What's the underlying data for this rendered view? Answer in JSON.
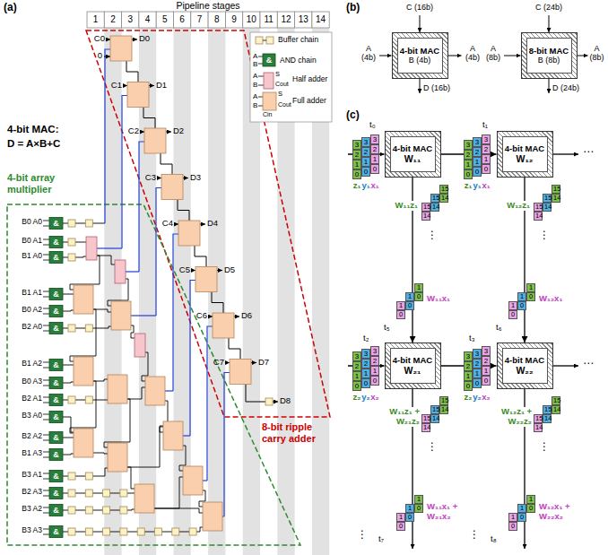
{
  "diagram": {
    "nodes": [
      {
        "text": [
          "4-bit MAC",
          "B (4b)"
        ]
      },
      {
        "text": [
          "8-bit MAC",
          "B (8b)"
        ]
      },
      {
        "text": [
          "4-bit MAC",
          "W₁₁"
        ]
      },
      {
        "text": [
          "4-bit MAC",
          "W₁₂"
        ]
      },
      {
        "text": [
          "4-bit MAC",
          "W₂₁"
        ]
      },
      {
        "text": [
          "4-bit MAC",
          "W₂₂"
        ]
      }
    ],
    "edges": [
      {
        "from": 2,
        "to": 3,
        "arrow": "to",
        "label": "t₁"
      },
      {
        "from": 2,
        "to": 4,
        "arrow": "to",
        "label": "t₅"
      },
      {
        "from": 3,
        "to": 5,
        "arrow": "to",
        "label": "t₆"
      },
      {
        "from": 4,
        "to": 5,
        "arrow": "to",
        "label": "t₃"
      }
    ],
    "labels": [
      "(a)",
      "(b)",
      "(c)",
      "Pipeline stages",
      "1",
      "2",
      "3",
      "4",
      "5",
      "6",
      "7",
      "8",
      "9",
      "10",
      "11",
      "12",
      "13",
      "14",
      "A",
      "B",
      "&",
      "A",
      "B",
      "S",
      "Cout",
      "A",
      "B",
      "S",
      "Cout",
      "Cin",
      "4-bit MAC:",
      "D = A×B+C",
      "4-bit array multiplier",
      "8-bit ripple carry adder",
      "C0",
      "C1",
      "C2",
      "C3",
      "C4",
      "C5",
      "C6",
      "C7",
      "0",
      "D0",
      "D1",
      "D2",
      "D3",
      "D4",
      "D5",
      "D6",
      "D7",
      "D8",
      "B0 A0",
      "B0 A1",
      "B1 A0",
      "B1 A1",
      "B0 A2",
      "B2 A0",
      "B1 A2",
      "B0 A3",
      "B2 A1",
      "B3 A0",
      "B2 A2",
      "B1 A3",
      "B3 A1",
      "B2 A3",
      "B3 A2",
      "B3 A3",
      "&",
      "&",
      "&",
      "&",
      "&",
      "&",
      "&",
      "&",
      "&",
      "&",
      "&",
      "&",
      "&",
      "&",
      "&",
      "&",
      "C (16b)",
      "A (4b)",
      "A (4b)",
      "D (16b)",
      "C (24b)",
      "A (8b)",
      "A (8b)",
      "D (24b)",
      "t₀",
      "t₂",
      "t₇",
      "t₈",
      "⋯",
      "⋯",
      "⋮",
      "⋮",
      "z₁",
      "y₁",
      "x₁",
      "z₁",
      "y₁",
      "x₁",
      "z₂",
      "y₂",
      "x₂",
      "z₂",
      "y₂",
      "x₂",
      "3",
      "2",
      "1",
      "0",
      "3",
      "2",
      "1",
      "0",
      "3",
      "2",
      "1",
      "0",
      "3",
      "2",
      "1",
      "0",
      "3",
      "2",
      "1",
      "0",
      "3",
      "2",
      "1",
      "0",
      "3",
      "2",
      "1",
      "0",
      "3",
      "2",
      "1",
      "0",
      "3",
      "2",
      "1",
      "0",
      "3",
      "2",
      "1",
      "0",
      "3",
      "2",
      "1",
      "0",
      "3",
      "2",
      "1",
      "0",
      "W₁₁z₁",
      "W₁₁x₁",
      "W₁₂z₁",
      "W₁₂x₁",
      "W₁₁z₁ + W₂₁z₂",
      "W₁₁x₁ + W₂₁x₂",
      "W₁₂z₁ + W₂₂z₂",
      "W₁₂x₁ + W₂₂x₂",
      "15",
      "14",
      "15",
      "14",
      "15",
      "14",
      "1",
      "0",
      "1",
      "0",
      "1",
      "0",
      "15",
      "14",
      "15",
      "14",
      "15",
      "14",
      "1",
      "0",
      "1",
      "0",
      "1",
      "0",
      "15",
      "14",
      "15",
      "14",
      "15",
      "14",
      "1",
      "0",
      "1",
      "0",
      "1",
      "0",
      "15",
      "14",
      "15",
      "14",
      "15",
      "14",
      "1",
      "0",
      "1",
      "0",
      "1",
      "0",
      "⋮",
      "⋮",
      "⋮",
      "⋮"
    ],
    "legend": [
      {
        "text": "Buffer chain"
      },
      {
        "text": "AND chain"
      },
      {
        "text": "Half adder"
      },
      {
        "text": "Full adder"
      }
    ]
  }
}
